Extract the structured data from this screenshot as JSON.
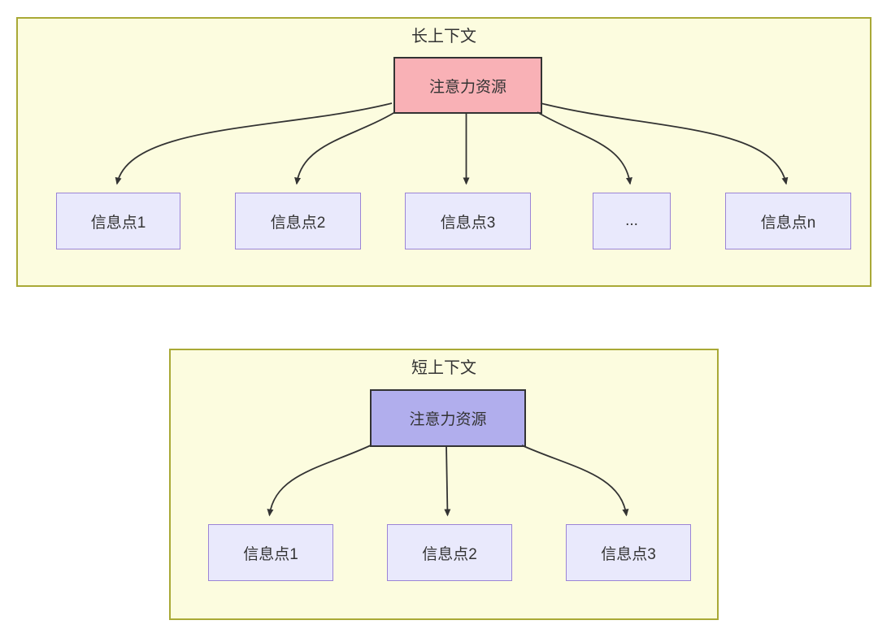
{
  "panels": [
    {
      "title": "长上下文",
      "root_label": "注意力资源",
      "children": [
        {
          "label": "信息点1"
        },
        {
          "label": "信息点2"
        },
        {
          "label": "信息点3"
        },
        {
          "label": "..."
        },
        {
          "label": "信息点n"
        }
      ]
    },
    {
      "title": "短上下文",
      "root_label": "注意力资源",
      "children": [
        {
          "label": "信息点1"
        },
        {
          "label": "信息点2"
        },
        {
          "label": "信息点3"
        }
      ]
    }
  ],
  "colors": {
    "panel_fill": "#fcfcdf",
    "panel_border": "#a9a936",
    "attention_long_fill": "#f9b1b6",
    "attention_short_fill": "#b1aeed",
    "info_fill": "#e9e9fc",
    "info_border": "#9b84d6",
    "edge": "#333333",
    "text": "#333333"
  }
}
